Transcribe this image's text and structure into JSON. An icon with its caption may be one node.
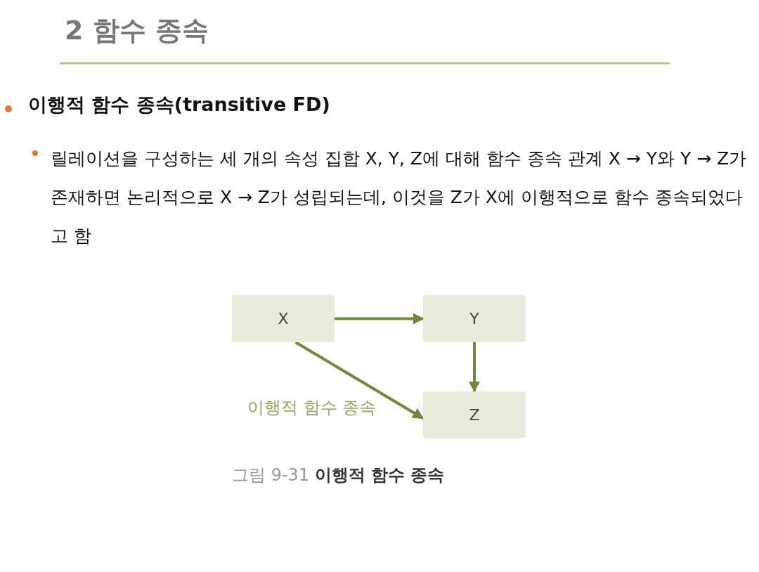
{
  "diagram": {
    "title": "2 함수 종속",
    "nodes": [
      {
        "text": [
          "X"
        ]
      },
      {
        "text": [
          "Y"
        ]
      },
      {
        "text": [
          "Z"
        ]
      }
    ],
    "edges": [
      {
        "from": 0,
        "to": 1,
        "arrow": "to"
      },
      {
        "from": 1,
        "to": 2,
        "arrow": "to"
      },
      {
        "from": 0,
        "to": 2,
        "arrow": "to",
        "label": "이행적 함수 종속"
      }
    ],
    "labels": [
      "이행적 함수 종속(transitive FD)",
      "릴레이션을 구성하는 세 개의 속성 집합 X, Y, Z에 대해 함수 종속 관계 X → Y와 Y → Z가 존재하면 논리적으로 X → Z가 성립되는데, 이것을 Z가 X에 이행적으로 함수 종속되었다고 함"
    ],
    "caption": "그림 9-31 **이행적 함수 종속**"
  }
}
